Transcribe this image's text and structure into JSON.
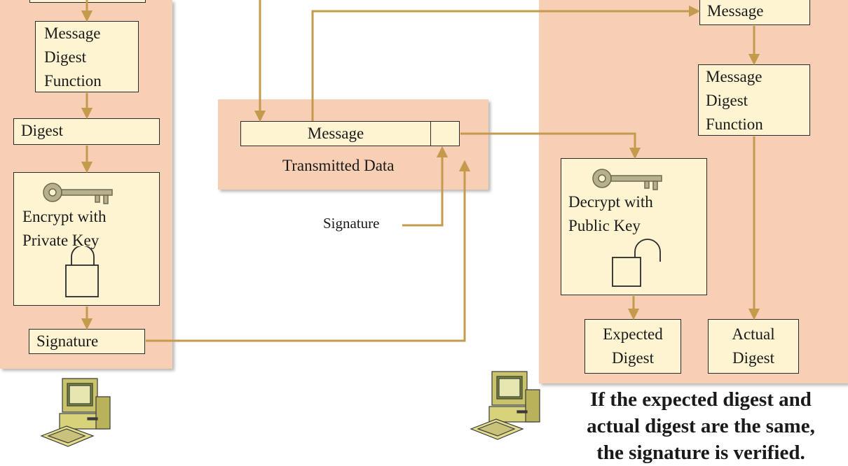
{
  "sender": {
    "digest_function": "Message\nDigest\nFunction",
    "digest": "Digest",
    "encrypt": "Encrypt with\nPrivate Key",
    "signature": "Signature"
  },
  "transmitted": {
    "message": "Message",
    "caption": "Transmitted Data",
    "signature_label": "Signature"
  },
  "receiver": {
    "message": "Message",
    "digest_function": "Message\nDigest\nFunction",
    "decrypt": "Decrypt with\nPublic Key",
    "expected_digest": "Expected\nDigest",
    "actual_digest": "Actual\nDigest"
  },
  "conclusion": "If the expected digest and\nactual digest are the same,\nthe signature is verified.",
  "colors": {
    "arrow": "#c49a4c",
    "panel": "#f7cfb4",
    "box": "#fff4d2"
  }
}
